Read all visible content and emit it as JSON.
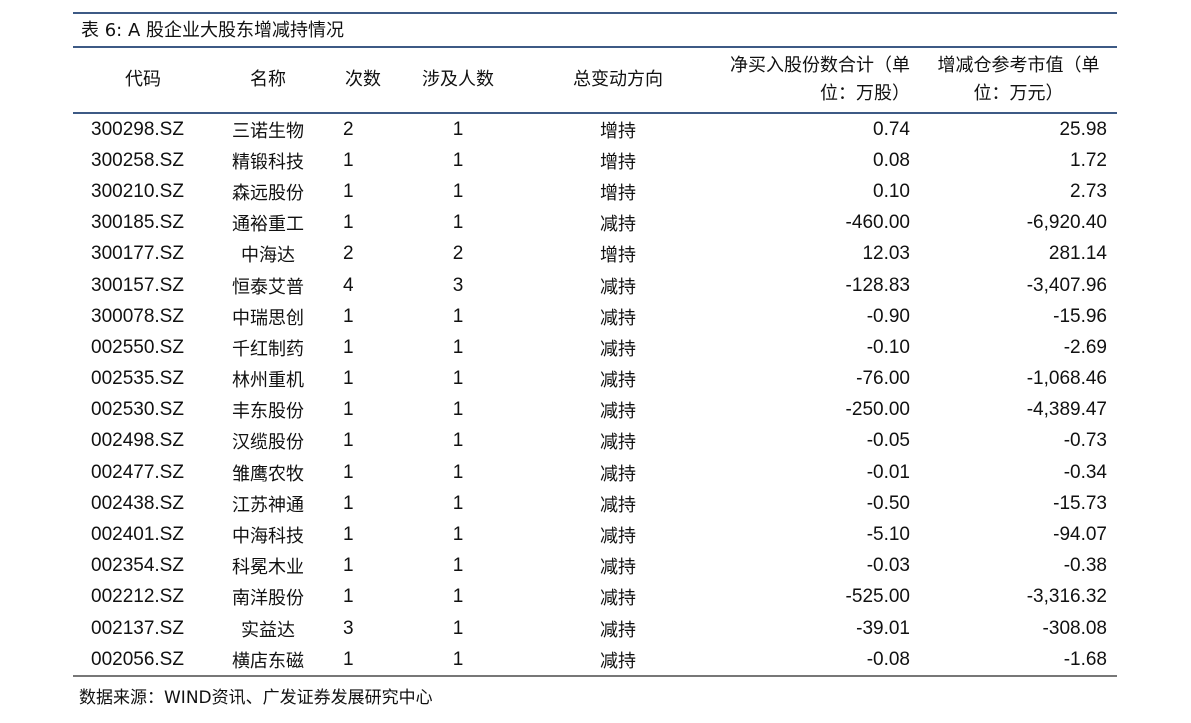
{
  "title": "表 6: A 股企业大股东增减持情况",
  "headers": [
    "代码",
    "名称",
    "次数",
    "涉及人数",
    "总变动方向",
    "净买入股份数合计（单位：万股）",
    "增减仓参考市值（单位：万元）"
  ],
  "rows": [
    [
      "300298.SZ",
      "三诺生物",
      "2",
      "1",
      "增持",
      "0.74",
      "25.98"
    ],
    [
      "300258.SZ",
      "精锻科技",
      "1",
      "1",
      "增持",
      "0.08",
      "1.72"
    ],
    [
      "300210.SZ",
      "森远股份",
      "1",
      "1",
      "增持",
      "0.10",
      "2.73"
    ],
    [
      "300185.SZ",
      "通裕重工",
      "1",
      "1",
      "减持",
      "-460.00",
      "-6,920.40"
    ],
    [
      "300177.SZ",
      "中海达",
      "2",
      "2",
      "增持",
      "12.03",
      "281.14"
    ],
    [
      "300157.SZ",
      "恒泰艾普",
      "4",
      "3",
      "减持",
      "-128.83",
      "-3,407.96"
    ],
    [
      "300078.SZ",
      "中瑞思创",
      "1",
      "1",
      "减持",
      "-0.90",
      "-15.96"
    ],
    [
      "002550.SZ",
      "千红制药",
      "1",
      "1",
      "减持",
      "-0.10",
      "-2.69"
    ],
    [
      "002535.SZ",
      "林州重机",
      "1",
      "1",
      "减持",
      "-76.00",
      "-1,068.46"
    ],
    [
      "002530.SZ",
      "丰东股份",
      "1",
      "1",
      "减持",
      "-250.00",
      "-4,389.47"
    ],
    [
      "002498.SZ",
      "汉缆股份",
      "1",
      "1",
      "减持",
      "-0.05",
      "-0.73"
    ],
    [
      "002477.SZ",
      "雏鹰农牧",
      "1",
      "1",
      "减持",
      "-0.01",
      "-0.34"
    ],
    [
      "002438.SZ",
      "江苏神通",
      "1",
      "1",
      "减持",
      "-0.50",
      "-15.73"
    ],
    [
      "002401.SZ",
      "中海科技",
      "1",
      "1",
      "减持",
      "-5.10",
      "-94.07"
    ],
    [
      "002354.SZ",
      "科冕木业",
      "1",
      "1",
      "减持",
      "-0.03",
      "-0.38"
    ],
    [
      "002212.SZ",
      "南洋股份",
      "1",
      "1",
      "减持",
      "-525.00",
      "-3,316.32"
    ],
    [
      "002137.SZ",
      "实益达",
      "3",
      "1",
      "减持",
      "-39.01",
      "-308.08"
    ],
    [
      "002056.SZ",
      "横店东磁",
      "1",
      "1",
      "减持",
      "-0.08",
      "-1.68"
    ]
  ],
  "source": "数据来源：WIND资讯、广发证券发展研究中心"
}
